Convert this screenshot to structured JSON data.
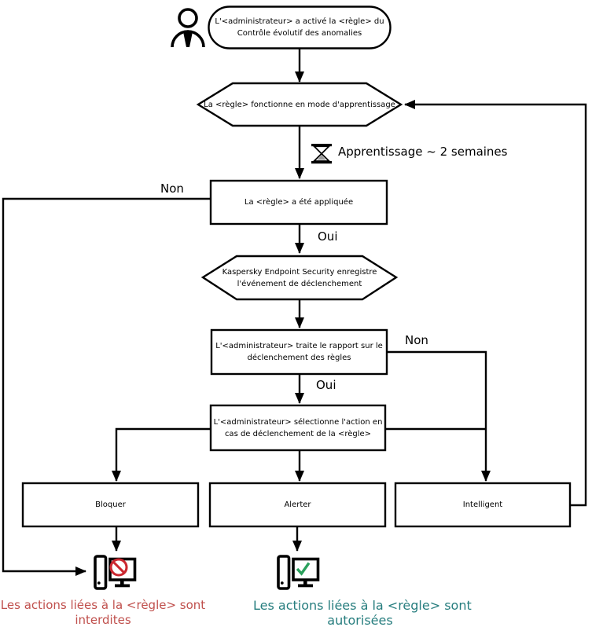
{
  "flowchart": {
    "nodes": {
      "start": {
        "line1": "L'<administrateur> a activé la <règle> du",
        "line2": "Contrôle évolutif des anomalies"
      },
      "learning": {
        "line1": "La <règle> fonctionne en mode d'apprentissage"
      },
      "applied": {
        "line1": "La <règle> a été appliquée"
      },
      "kes_event": {
        "line1": "Kaspersky Endpoint Security enregistre",
        "line2": "l'événement de déclenchement"
      },
      "report": {
        "line1": "L'<administrateur> traite le rapport sur le",
        "line2": "déclenchement des règles"
      },
      "action": {
        "line1": "L'<administrateur> sélectionne l'action en",
        "line2": "cas de déclenchement de la <règle>"
      },
      "block": {
        "line1": "Bloquer"
      },
      "alert": {
        "line1": "Alerter"
      },
      "smart": {
        "line1": "Intelligent"
      }
    },
    "labels": {
      "non_applied": "Non",
      "oui_applied": "Oui",
      "non_report": "Non",
      "oui_report": "Oui",
      "learning_duration": "Apprentissage ~ 2 semaines"
    },
    "captions": {
      "blocked": {
        "line1": "Les actions liées à la <règle> sont",
        "line2": "interdites"
      },
      "allowed": {
        "line1": "Les actions liées à la <règle> sont",
        "line2": "autorisées"
      }
    },
    "icons": {
      "administrator": "person-with-tie",
      "learning_wait": "hourglass",
      "blocked_computer": "computer-with-prohibition-sign",
      "allowed_computer": "computer-with-checkmark"
    },
    "colors": {
      "line": "#000000",
      "shape_fill": "#ffffff",
      "blocked_caption": "#c0504d",
      "allowed_caption": "#267d7e",
      "prohibit_icon": "#cb2830",
      "check_icon": "#2aa05c"
    }
  }
}
